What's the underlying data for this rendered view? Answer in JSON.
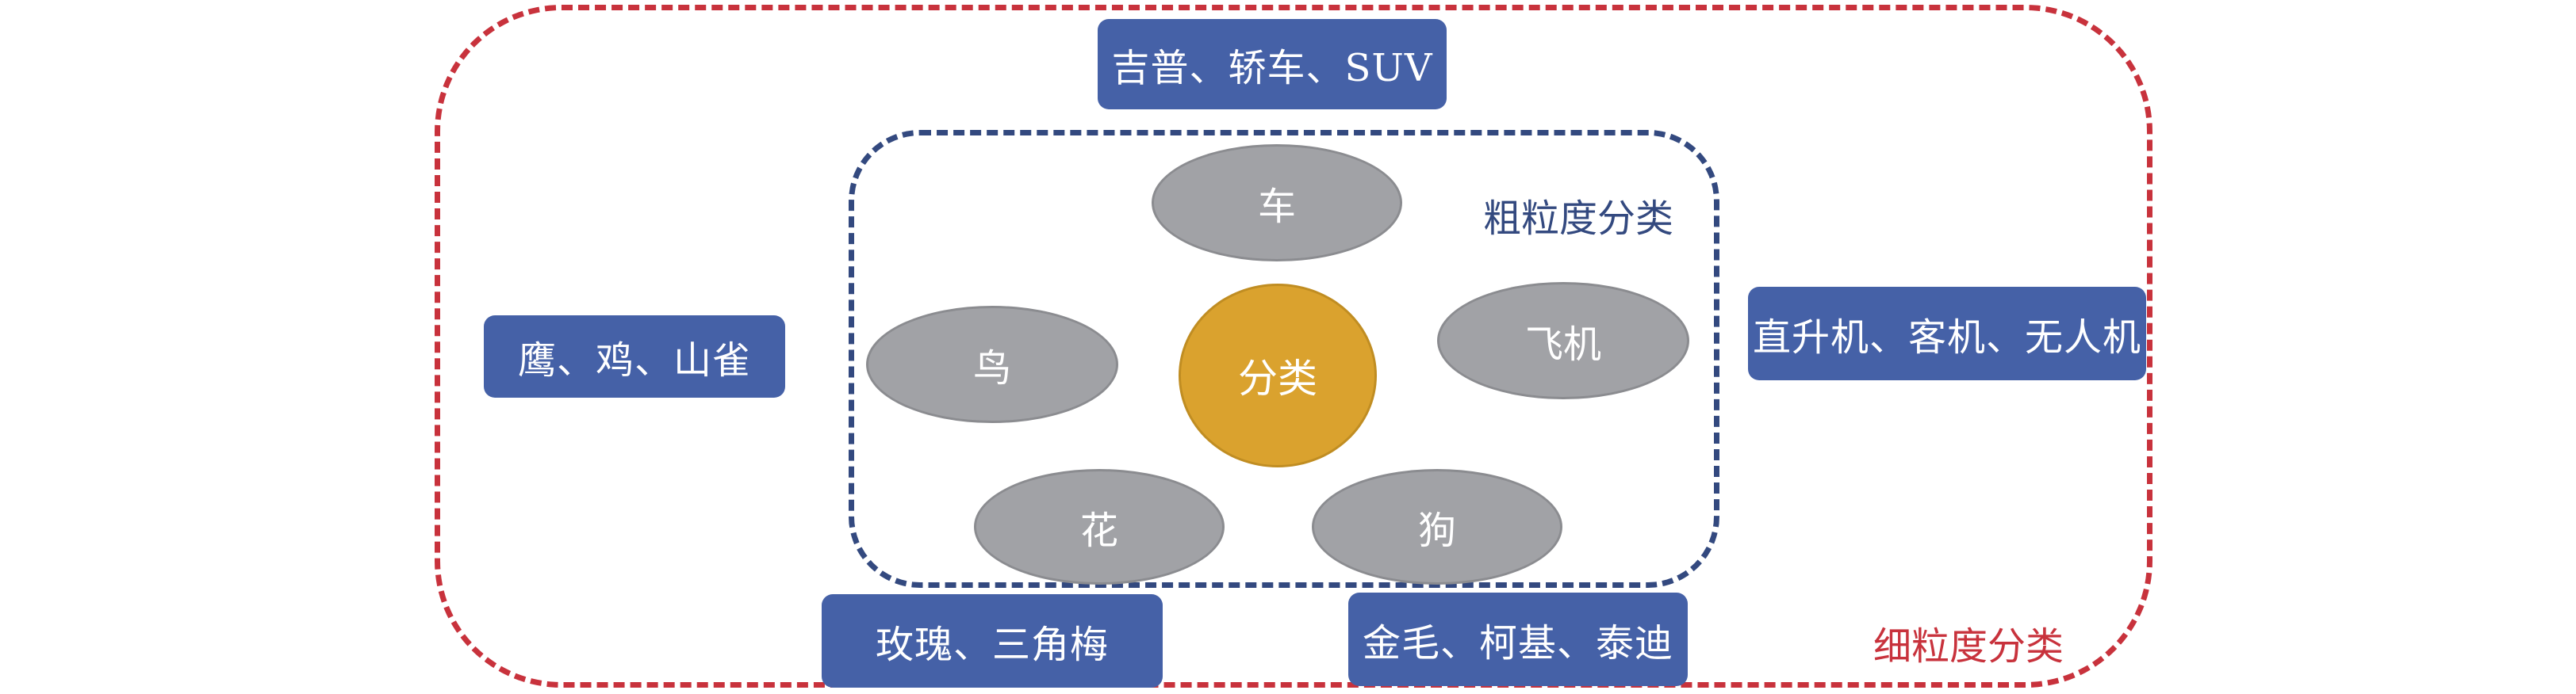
{
  "center": {
    "label": "分类"
  },
  "coarse": {
    "label": "粗粒度分类",
    "categories": {
      "car": "车",
      "bird": "鸟",
      "plane": "飞机",
      "flower": "花",
      "dog": "狗"
    }
  },
  "fine": {
    "label": "细粒度分类",
    "boxes": {
      "car": "吉普、轿车、SUV",
      "bird": "鹰、鸡、山雀",
      "plane": "直升机、客机、无人机",
      "flower": "玫瑰、三角梅",
      "dog": "金毛、柯基、泰迪"
    }
  },
  "colors": {
    "fine_border": "#c8323c",
    "coarse_border": "#33497f",
    "box_fill": "#4561a7",
    "ellipse_fill": "#a1a2a6",
    "center_fill": "#daa22e"
  }
}
